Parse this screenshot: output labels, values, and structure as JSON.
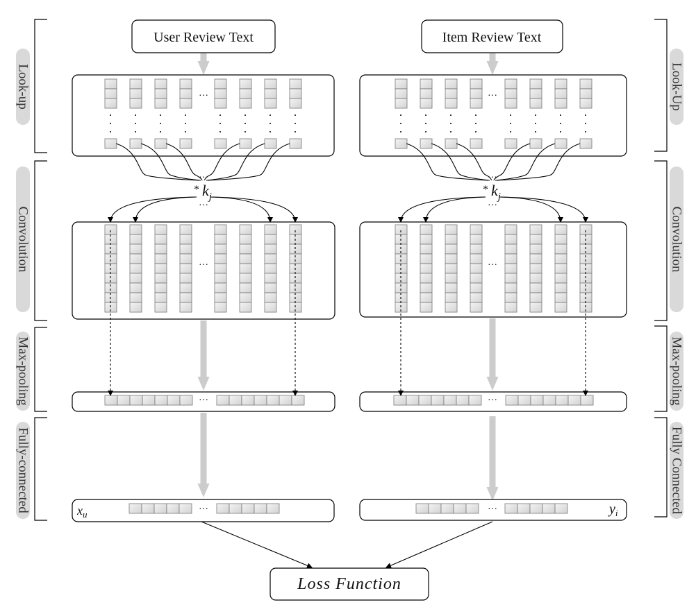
{
  "inputs": {
    "left": "User Review Text",
    "right": "Item Review Text"
  },
  "layers": {
    "left": [
      "Look-up",
      "Convolution",
      "Max-pooling",
      "Fully-connected"
    ],
    "right": [
      "Look-Up",
      "Convolution",
      "Max-pooling",
      "Fully Connected"
    ]
  },
  "kernel": {
    "star": "*",
    "symbol": "k",
    "sub": "j"
  },
  "ellipsis": "···",
  "outputs": {
    "left": {
      "symbol": "x",
      "sub": "u"
    },
    "right": {
      "symbol": "y",
      "sub": "i"
    }
  },
  "loss": "Loss Function",
  "colors": {
    "cell": "#e6e6e6",
    "arrow": "#cccccc",
    "pill": "#d9d9d9",
    "stroke": "#000000"
  }
}
